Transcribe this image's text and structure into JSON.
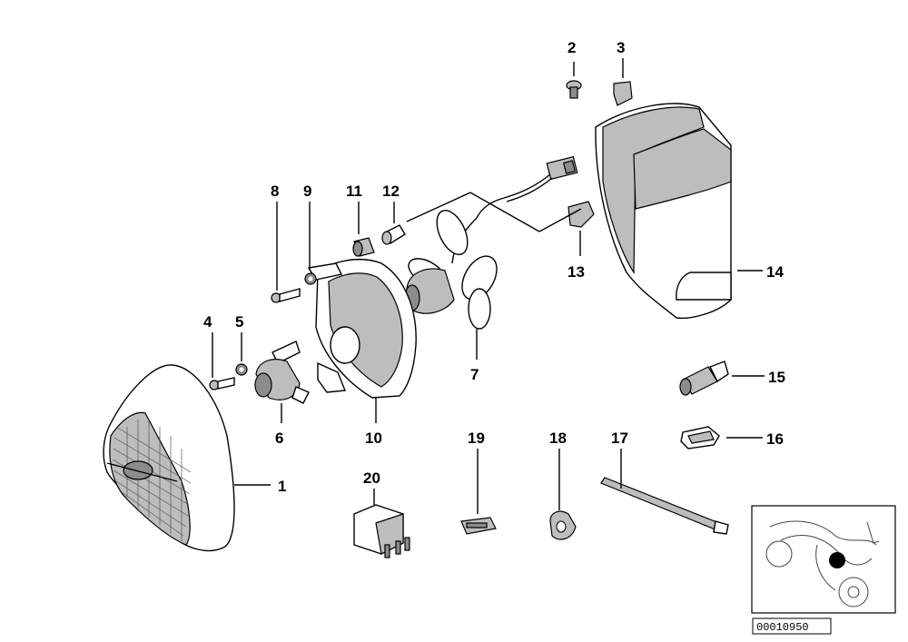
{
  "callouts": {
    "c1": "1",
    "c2": "2",
    "c3": "3",
    "c4": "4",
    "c5": "5",
    "c6": "6",
    "c7": "7",
    "c8": "8",
    "c9": "9",
    "c10": "10",
    "c11": "11",
    "c12": "12",
    "c13": "13",
    "c14": "14",
    "c15": "15",
    "c16": "16",
    "c17": "17",
    "c18": "18",
    "c19": "19",
    "c20": "20"
  },
  "reference_number": "00010950"
}
